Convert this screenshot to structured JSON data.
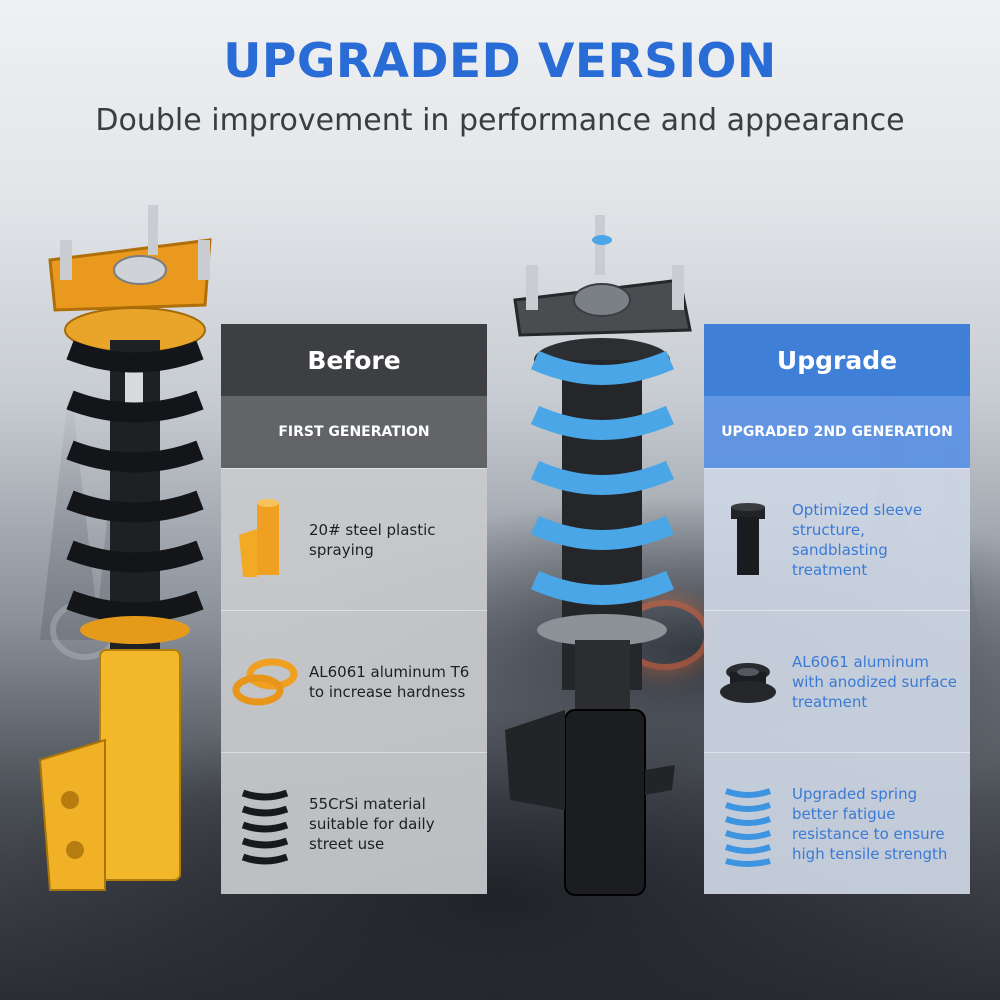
{
  "header": {
    "title": "UPGRADED VERSION",
    "subtitle": "Double improvement in performance and appearance"
  },
  "before": {
    "heading": "Before",
    "generation": "FIRST GENERATION",
    "items": [
      {
        "icon": "orange-sleeve-icon",
        "text": "20# steel plastic spraying"
      },
      {
        "icon": "orange-rings-icon",
        "text": "AL6061 aluminum T6 to increase hardness"
      },
      {
        "icon": "black-spring-icon",
        "text": "55CrSi material suitable for daily street use"
      }
    ]
  },
  "upgrade": {
    "heading": "Upgrade",
    "generation": "UPGRADED 2ND GENERATION",
    "items": [
      {
        "icon": "black-sleeve-icon",
        "text": "Optimized sleeve structure, sandblasting treatment"
      },
      {
        "icon": "black-rings-icon",
        "text": "AL6061 aluminum with anodized surface treatment"
      },
      {
        "icon": "blue-spring-icon",
        "text": "Upgraded spring better fatigue resistance to ensure high tensile strength"
      }
    ]
  },
  "colors": {
    "accent_blue": "#2a6cd6",
    "before_header": "#3e3f42",
    "upgrade_header": "#3f7fd8",
    "orange": "#f0a020",
    "spring_blue": "#4aa6e6"
  }
}
